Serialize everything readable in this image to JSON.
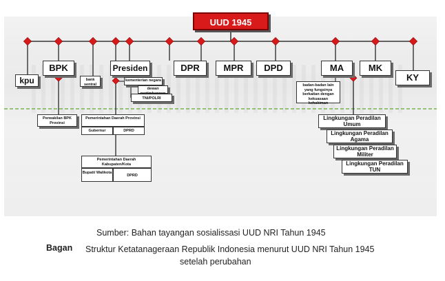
{
  "chart": {
    "title": "UUD 1945",
    "top_row": {
      "kpu": "kpu",
      "bpk": "BPK",
      "presiden": "Presiden",
      "dpr": "DPR",
      "mpr": "MPR",
      "dpd": "DPD",
      "ma": "MA",
      "mk": "MK",
      "ky": "KY"
    },
    "bpk_sub": {
      "bank_sentral": "bank sentral",
      "perwakilan": "Perwakilan BPK Provinsi"
    },
    "presiden_sub": {
      "kementerian": "kementerian negara",
      "dewan": "dewan pertimbangan",
      "tni": "TNI/POLRI",
      "prov_title": "Pemerintahan Daerah Provinsi",
      "gubernur": "Gubernur",
      "dprd_prov": "DPRD",
      "kab_title": "Pemerintahan Daerah Kabupaten/Kota",
      "bupati": "Bupati/ Walikota",
      "dprd_kab": "DPRD"
    },
    "ma_sub": {
      "badan": "badan-badan lain yang fungsinya berkaitan dengan kekuasaan kehakiman",
      "umum": "Lingkungan Peradilan Umum",
      "agama": "Lingkungan Peradilan Agama",
      "militer": "Lingkungan Peradilan Militer",
      "tun": "Lingkungan Peradilan TUN"
    }
  },
  "colors": {
    "accent_red": "#d81a1a",
    "connector": "#333333",
    "divider": "#5aa832"
  },
  "caption": {
    "source": "Sumber: Bahan tayangan sosialissasi UUD NRI Tahun 1945",
    "label": "Bagan",
    "title_line1": "Struktur Ketatanageraan Republik Indonesia menurut UUD NRI Tahun 1945",
    "title_line2": "setelah perubahan"
  }
}
